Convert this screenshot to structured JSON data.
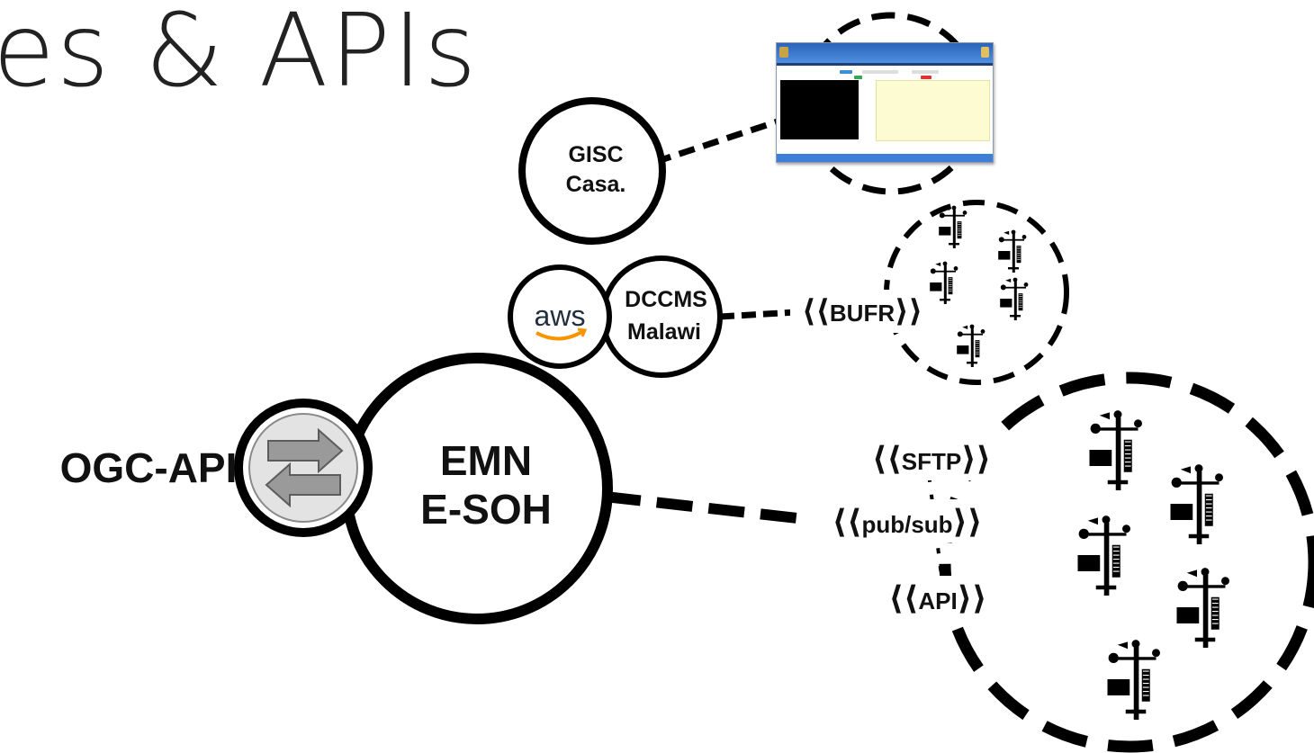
{
  "title": "es & APIs",
  "nodes": {
    "gisc": {
      "line1": "GISC",
      "line2": "Casa."
    },
    "dccms": {
      "line1": "DCCMS",
      "line2": "Malawi",
      "cloud_logo": "aws"
    },
    "emn": {
      "line1": "EMN",
      "line2": "E-SOH"
    },
    "ogc_label": "OGC-API"
  },
  "protocols": {
    "bufr": "BUFR",
    "sftp": "SFTP",
    "pubsub": "pub/sub",
    "api": "API",
    "open_marks": "⟨⟨",
    "close_marks": "⟩⟩"
  },
  "icons": {
    "exchange": "exchange-arrows-icon",
    "station": "weather-station-icon",
    "screenshot": "gisc-portal-screenshot"
  },
  "colors": {
    "stroke": "#000000",
    "arrow_fill": "#9a9a9a",
    "aws_orange": "#f79400",
    "aws_text": "#232f3e"
  }
}
